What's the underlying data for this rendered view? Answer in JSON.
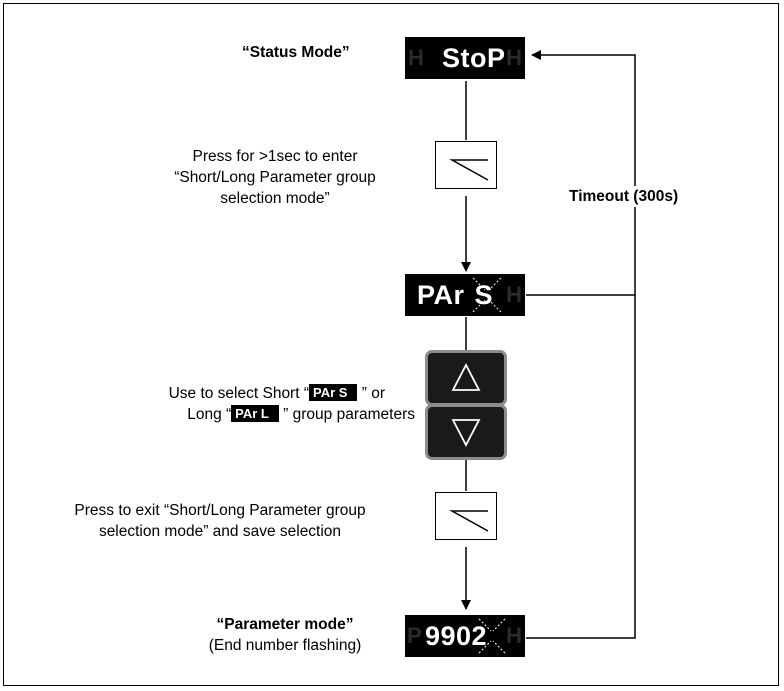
{
  "displays": {
    "status": {
      "text": "StoP",
      "ghost_left": "H",
      "ghost_right": "H"
    },
    "pars": {
      "text": "PAr S",
      "ghost_right": "H"
    },
    "param": {
      "text": "9902",
      "ghost_left": "P",
      "ghost_right": "H"
    }
  },
  "labels": {
    "status_mode": "“Status Mode”",
    "press_enter": [
      "Press for >1sec  to enter",
      "“Short/Long Parameter group",
      "selection mode”"
    ],
    "timeout": "Timeout (300s)",
    "use_select_a": "Use to select Short “",
    "use_select_inline_short": "PAr  S",
    "use_select_b": " ” or",
    "long_a": "Long “",
    "long_inline": "PAr  L",
    "long_b": " ” group parameters",
    "press_exit": [
      "Press to exit “Short/Long Parameter group",
      "selection mode” and save selection"
    ],
    "param_mode": "“Parameter  mode”",
    "param_mode_sub": "(End number flashing)"
  },
  "icons": {
    "up_button": "up-triangle-icon",
    "down_button": "down-triangle-icon",
    "enter_button": "enter-key-icon"
  }
}
